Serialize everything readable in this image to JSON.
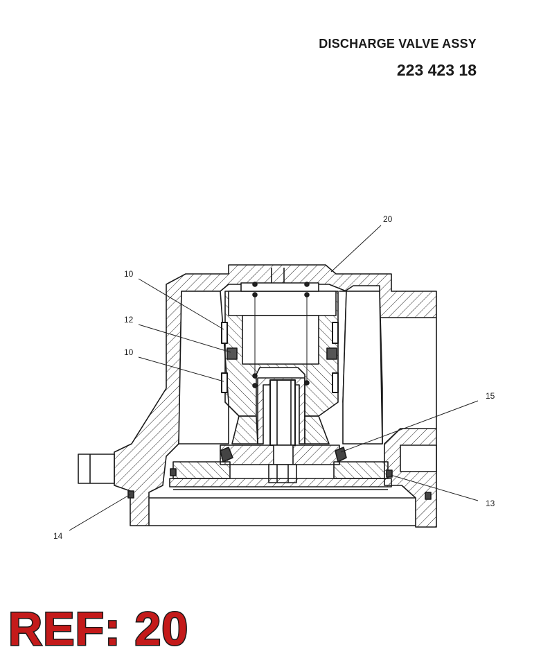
{
  "header": {
    "title": "DISCHARGE VALVE ASSY",
    "part_number": "223 423 18"
  },
  "callouts": [
    {
      "id": "c20",
      "label": "20"
    },
    {
      "id": "c10a",
      "label": "10"
    },
    {
      "id": "c12",
      "label": "12"
    },
    {
      "id": "c10b",
      "label": "10"
    },
    {
      "id": "c15",
      "label": "15"
    },
    {
      "id": "c13",
      "label": "13"
    },
    {
      "id": "c14",
      "label": "14"
    }
  ],
  "footer": {
    "ref_label": "REF: 20"
  },
  "colors": {
    "ink": "#1a1a1a",
    "ref_red": "#c41a1a"
  }
}
